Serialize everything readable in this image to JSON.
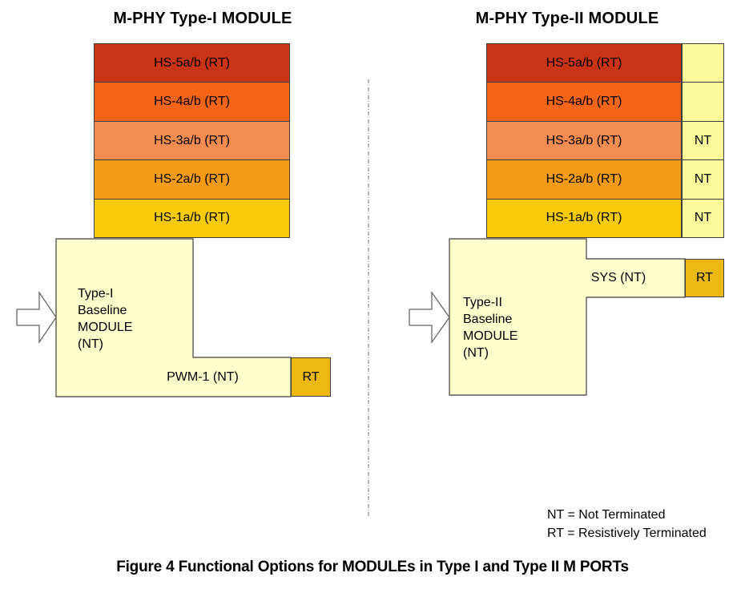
{
  "titles": {
    "left": "M-PHY Type-I MODULE",
    "right": "M-PHY Type-II MODULE"
  },
  "bars": [
    {
      "label": "HS-5a/b (RT)",
      "color": "#C83415"
    },
    {
      "label": "HS-4a/b (RT)",
      "color": "#F66517"
    },
    {
      "label": "HS-3a/b (RT)",
      "color": "#F58C52"
    },
    {
      "label": "HS-2a/b (RT)",
      "color": "#F79B14"
    },
    {
      "label": "HS-1a/b (RT)",
      "color": "#F8CA08"
    }
  ],
  "left_module": {
    "baseline_text": "Type-I\nBaseline\nMODULE\n(NT)",
    "pwm_label": "PWM-1 (NT)",
    "rt_label": "RT"
  },
  "right_module": {
    "baseline_text": "Type-II\nBaseline\nMODULE\n(NT)",
    "sys_label": "SYS (NT)",
    "rt_label": "RT",
    "side_boxes": [
      {
        "label": ""
      },
      {
        "label": ""
      },
      {
        "label": "NT"
      },
      {
        "label": "NT"
      },
      {
        "label": "NT"
      }
    ]
  },
  "legend": {
    "nt": "NT = Not Terminated",
    "rt": "RT = Resistively Terminated"
  },
  "caption": "Figure 4 Functional Options for MODULEs in Type I and Type II M PORTs",
  "colors": {
    "module_fill": "#FFFFCE",
    "side_box_fill": "#FAFA9B",
    "rt_fill": "#EDB90E",
    "border": "#3F3F3F",
    "arrow_stroke": "#666666",
    "divider": "#8A8A8A"
  }
}
